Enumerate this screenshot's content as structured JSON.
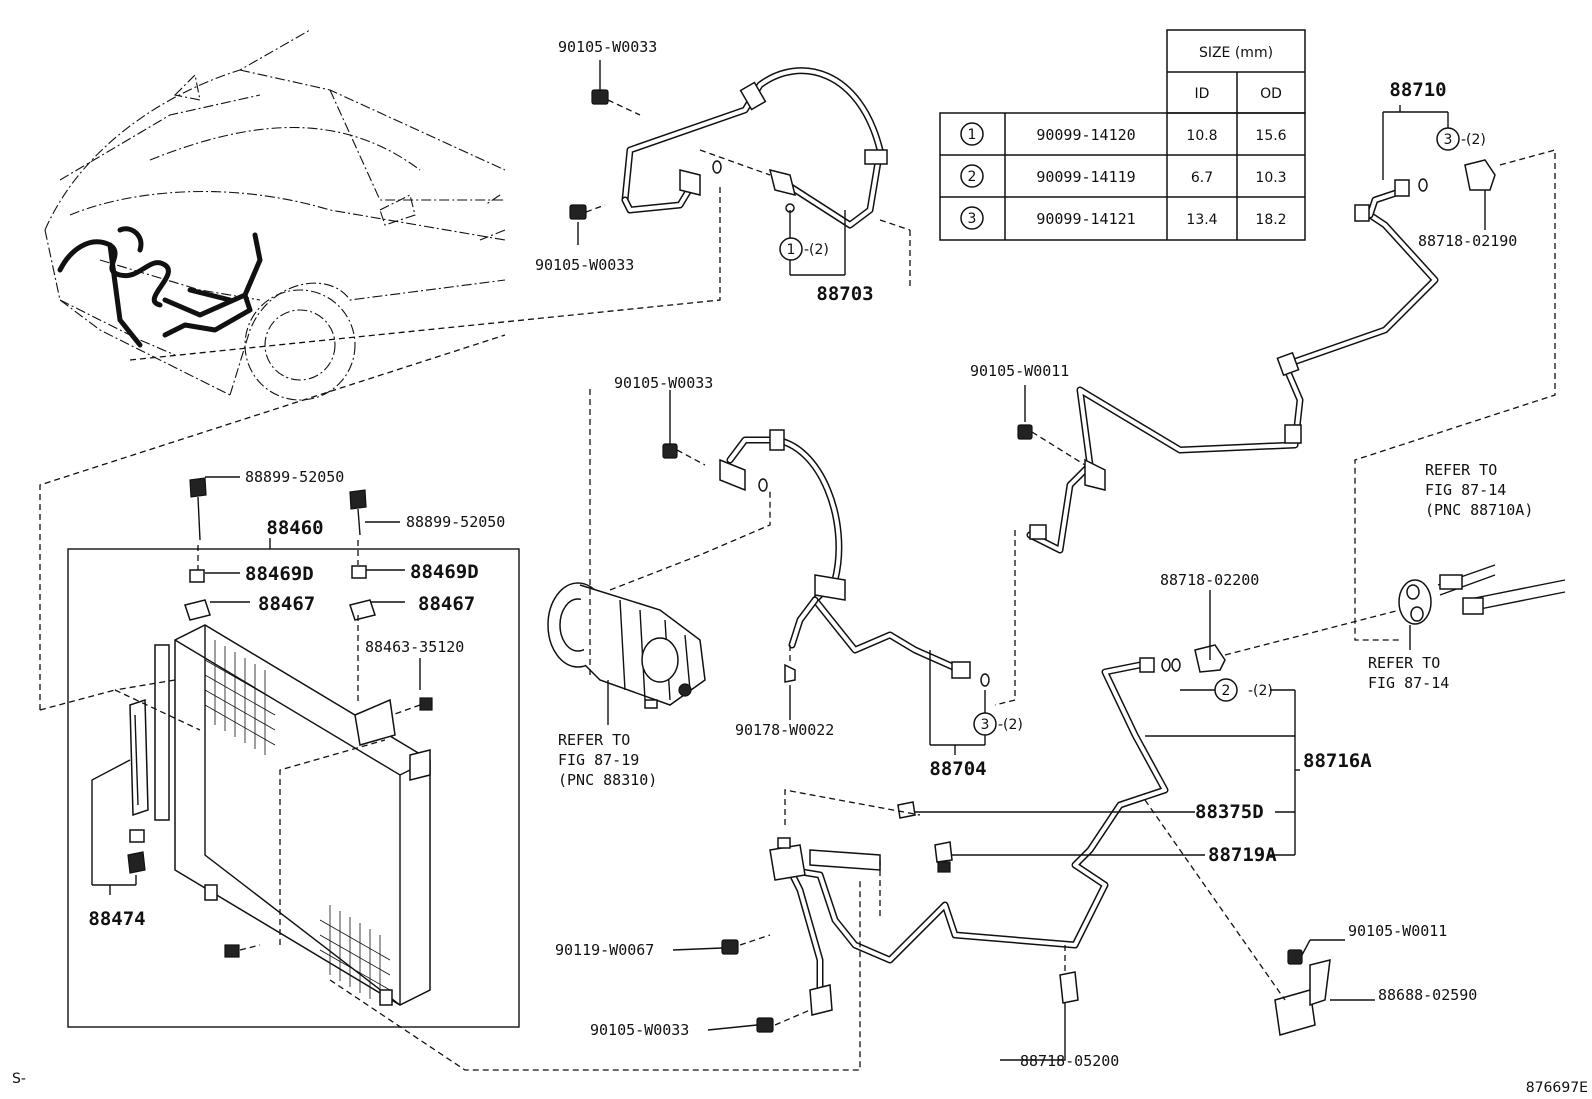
{
  "size_table": {
    "title": "SIZE (mm)",
    "col_id": "ID",
    "col_od": "OD",
    "rows": [
      {
        "mark": "1",
        "part": "90099-14120",
        "id": "10.8",
        "od": "15.6"
      },
      {
        "mark": "2",
        "part": "90099-14119",
        "id": "6.7",
        "od": "10.3"
      },
      {
        "mark": "3",
        "part": "90099-14121",
        "id": "13.4",
        "od": "18.2"
      }
    ]
  },
  "labels": {
    "p90105_w0033_a": "90105-W0033",
    "p90105_w0033_b": "90105-W0033",
    "p90105_w0033_c": "90105-W0033",
    "p90105_w0033_d": "90105-W0033",
    "p88703": "88703",
    "p1_qty": "-(2)",
    "p88710": "88710",
    "p3_qty_a": "-(2)",
    "p88718_02190": "88718-02190",
    "p90105_w0011_a": "90105-W0011",
    "p90105_w0011_b": "90105-W0011",
    "p88899_52050_a": "88899-52050",
    "p88899_52050_b": "88899-52050",
    "p88460": "88460",
    "p88469d_a": "88469D",
    "p88469d_b": "88469D",
    "p88467_a": "88467",
    "p88467_b": "88467",
    "p88463_35120": "88463-35120",
    "p88474": "88474",
    "refer_87_19_a": "REFER TO",
    "refer_87_19_b": "FIG 87-19",
    "refer_87_19_c": "(PNC 88310)",
    "p90178_w0022": "90178-W0022",
    "p3_qty_b": "-(2)",
    "p88704": "88704",
    "p88718_02200": "88718-02200",
    "p2_qty": "-(2)",
    "refer_87_14a_a": "REFER TO",
    "refer_87_14a_b": "FIG 87-14",
    "refer_87_14a_c": "(PNC 88710A)",
    "refer_87_14b_a": "REFER TO",
    "refer_87_14b_b": "FIG 87-14",
    "p88716a": "88716A",
    "p88375d": "88375D",
    "p88719a": "88719A",
    "p90119_w0067": "90119-W0067",
    "p88688_02590": "88688-02590",
    "p88718_05200": "88718-05200",
    "mark_1": "1",
    "mark_2": "2",
    "mark_3a": "3",
    "mark_3b": "3",
    "corner_left": "S-",
    "corner_right": "876697E"
  }
}
